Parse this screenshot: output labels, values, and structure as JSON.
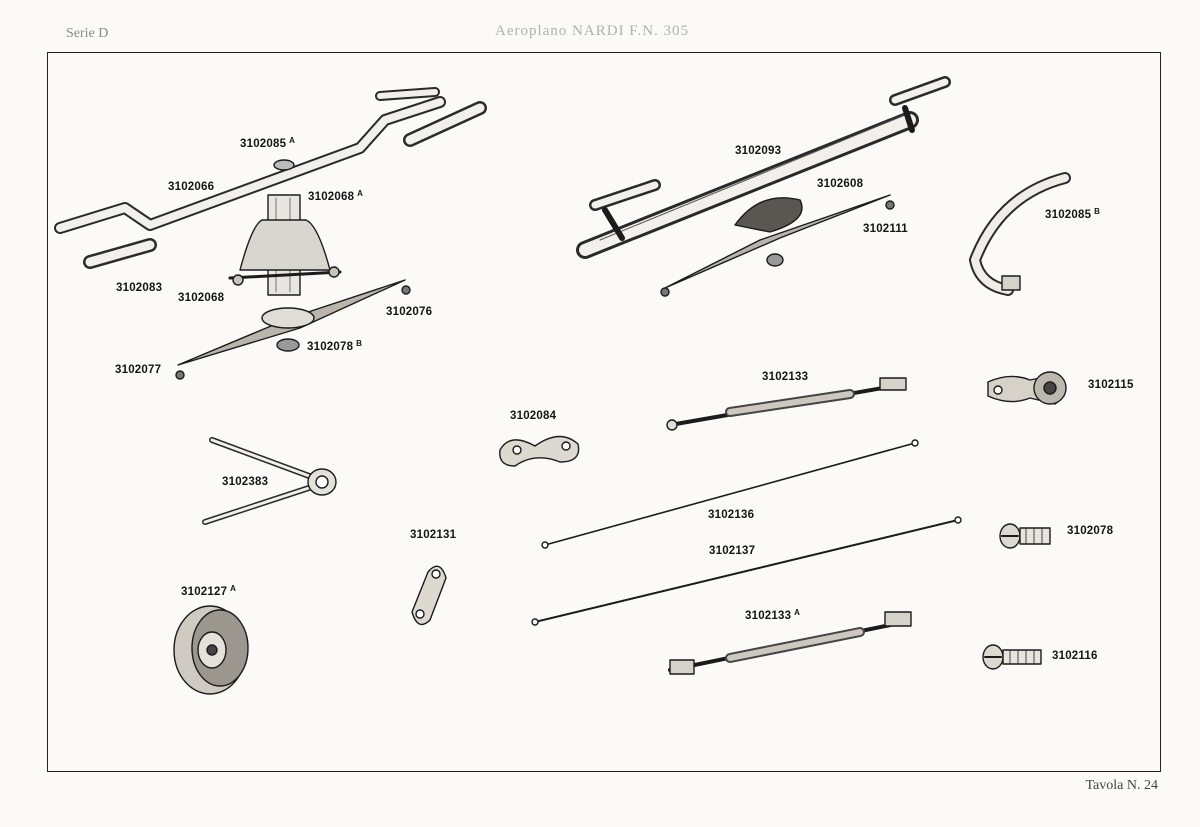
{
  "header": {
    "series": "Serie D",
    "title": "Aeroplano NARDI F.N. 305"
  },
  "labels": {
    "p3102085a": {
      "code": "3102085",
      "suffix": "A"
    },
    "p3102066": {
      "code": "3102066",
      "suffix": ""
    },
    "p3102068a": {
      "code": "3102068",
      "suffix": "A"
    },
    "p3102083": {
      "code": "3102083",
      "suffix": ""
    },
    "p3102068": {
      "code": "3102068",
      "suffix": ""
    },
    "p3102076": {
      "code": "3102076",
      "suffix": ""
    },
    "p3102078b": {
      "code": "3102078",
      "suffix": "B"
    },
    "p3102077": {
      "code": "3102077",
      "suffix": ""
    },
    "p3102093": {
      "code": "3102093",
      "suffix": ""
    },
    "p3102608": {
      "code": "3102608",
      "suffix": ""
    },
    "p3102111": {
      "code": "3102111",
      "suffix": ""
    },
    "p3102085b": {
      "code": "3102085",
      "suffix": "B"
    },
    "p3102133": {
      "code": "3102133",
      "suffix": ""
    },
    "p3102115": {
      "code": "3102115",
      "suffix": ""
    },
    "p3102084": {
      "code": "3102084",
      "suffix": ""
    },
    "p3102383": {
      "code": "3102383",
      "suffix": ""
    },
    "p3102136": {
      "code": "3102136",
      "suffix": ""
    },
    "p3102137": {
      "code": "3102137",
      "suffix": ""
    },
    "p3102078": {
      "code": "3102078",
      "suffix": ""
    },
    "p3102131": {
      "code": "3102131",
      "suffix": ""
    },
    "p3102127a": {
      "code": "3102127",
      "suffix": "A"
    },
    "p3102133a": {
      "code": "3102133",
      "suffix": "A"
    },
    "p3102116": {
      "code": "3102116",
      "suffix": ""
    }
  },
  "footer": {
    "plate": "Tavola N. 24"
  }
}
